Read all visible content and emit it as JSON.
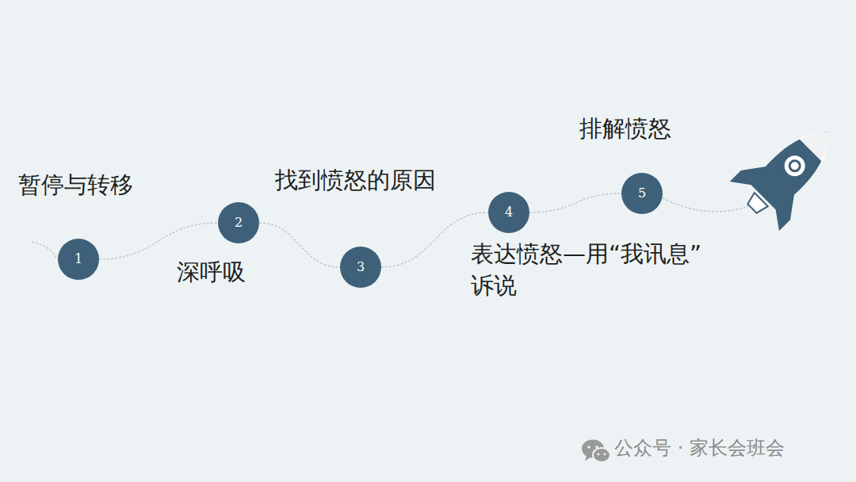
{
  "diagram": {
    "nodes": [
      {
        "text": [
          "1",
          "暂停与转移"
        ]
      },
      {
        "text": [
          "2",
          "深呼吸"
        ]
      },
      {
        "text": [
          "3",
          "找到愤怒的原因"
        ]
      },
      {
        "text": [
          "4",
          "表达愤怒—用“我讯息”诉说"
        ]
      },
      {
        "text": [
          "5",
          "排解愤怒"
        ]
      }
    ],
    "edges": [
      {
        "from": 0,
        "to": 1,
        "arrow": "none"
      },
      {
        "from": 1,
        "to": 2,
        "arrow": "none"
      },
      {
        "from": 2,
        "to": 3,
        "arrow": "none"
      },
      {
        "from": 3,
        "to": 4,
        "arrow": "none"
      }
    ],
    "labels": [
      "公众号 · 家长会班会"
    ]
  }
}
